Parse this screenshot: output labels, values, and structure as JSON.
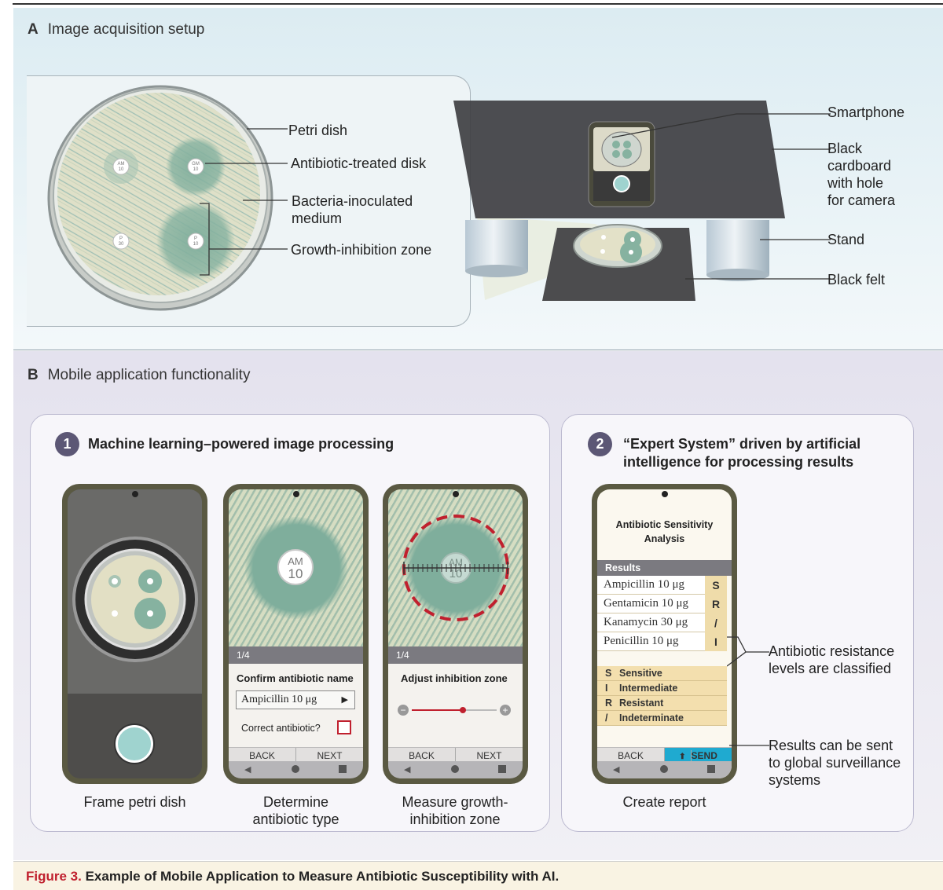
{
  "panel_a": {
    "letter": "A",
    "title": "Image acquisition setup",
    "disk_labels": [
      "AM\n10",
      "GM\n10",
      "P\n30",
      "P\n10"
    ],
    "labels": {
      "petri_dish": "Petri dish",
      "antibiotic_disk": "Antibiotic-treated disk",
      "medium": "Bacteria-inoculated\nmedium",
      "inhibition_zone": "Growth-inhibition zone",
      "smartphone": "Smartphone",
      "cardboard": "Black\ncardboard\nwith hole\nfor camera",
      "stand": "Stand",
      "felt": "Black felt"
    }
  },
  "panel_b": {
    "letter": "B",
    "title": "Mobile application functionality",
    "step1": {
      "num": "1",
      "title": "Machine learning–powered image processing",
      "captions": [
        "Frame petri dish",
        "Determine\nantibiotic type",
        "Measure growth-\ninhibition zone"
      ]
    },
    "step2": {
      "num": "2",
      "title": "“Expert System” driven by artificial\nintelligence for processing results",
      "caption": "Create report"
    },
    "phone2": {
      "disk_name": "AM",
      "disk_dose": "10",
      "progress": "1/4",
      "prompt": "Confirm antibiotic name",
      "select_value": "Ampicillin 10 μg",
      "select_arrow": "▶",
      "confirm_label": "Correct antibiotic?",
      "back": "BACK",
      "next": "NEXT"
    },
    "phone3": {
      "disk_name": "AM",
      "disk_dose": "10",
      "progress": "1/4",
      "prompt": "Adjust inhibition zone",
      "slider_minus": "−",
      "slider_plus": "+",
      "slider_level": 0.6,
      "back": "BACK",
      "next": "NEXT"
    },
    "report": {
      "title": "Antibiotic Sensitivity\nAnalysis",
      "results_label": "Results",
      "rows": [
        {
          "name": "Ampicillin 10 μg",
          "class": "S"
        },
        {
          "name": "Gentamicin 10 μg",
          "class": "R"
        },
        {
          "name": "Kanamycin 30 μg",
          "class": "/"
        },
        {
          "name": "Penicillin 10 μg",
          "class": "I"
        }
      ],
      "legend": [
        {
          "code": "S",
          "text": "Sensitive"
        },
        {
          "code": "I",
          "text": "Intermediate"
        },
        {
          "code": "R",
          "text": "Resistant"
        },
        {
          "code": "/",
          "text": "Indeterminate"
        }
      ],
      "back": "BACK",
      "send": "SEND",
      "send_icon": "⬆"
    },
    "annotations": {
      "resistance": "Antibiotic resistance\nlevels are classified",
      "send": "Results can be sent\nto global surveillance\nsystems"
    }
  },
  "figure": {
    "number": "Figure 3.",
    "caption": "Example of Mobile Application to Measure Antibiotic Susceptibility with AI."
  },
  "colors": {
    "panel_a_bg": "#dcecf2",
    "panel_b_bg": "#e4e2ee",
    "step_circle": "#5c5775",
    "inhibition_zone": "#7fae9c",
    "send_button": "#1faad0",
    "zone_ring": "#c0202e",
    "caption_red": "#c0202e"
  }
}
